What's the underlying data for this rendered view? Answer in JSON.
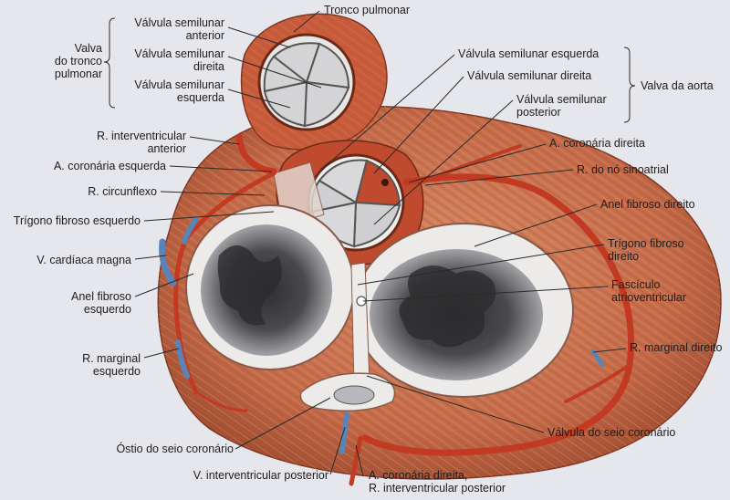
{
  "labels": {
    "tronco_pulmonar": "Tronco pulmonar",
    "valva_tronco_pulmonar": [
      "Valva",
      "do tronco",
      "pulmonar"
    ],
    "semilunar_anterior": [
      "Válvula semilunar",
      "anterior"
    ],
    "semilunar_direita_pulm": [
      "Válvula semilunar",
      "direita"
    ],
    "semilunar_esquerda_pulm": [
      "Válvula semilunar",
      "esquerda"
    ],
    "semilunar_esquerda_ao": "Válvula semilunar esquerda",
    "semilunar_direita_ao": "Válvula semilunar direita",
    "semilunar_posterior": [
      "Válvula semilunar",
      "posterior"
    ],
    "valva_aorta": "Valva da aorta",
    "r_interventricular_anterior": [
      "R. interventricular",
      "anterior"
    ],
    "a_coronaria_esquerda": "A. coronária esquerda",
    "a_coronaria_direita": "A. coronária direita",
    "r_no_sinoatrial": "R. do nó sinoatrial",
    "r_circunflexo": "R. circunflexo",
    "anel_fibroso_direito": "Anel fibroso direito",
    "trigono_fibroso_esquerdo": "Trígono fibroso esquerdo",
    "trigono_fibroso_direito": [
      "Trígono fibroso",
      "direito"
    ],
    "v_cardiaca_magna": "V. cardíaca magna",
    "fasciculo_atrioventricular": [
      "Fascículo",
      "atrioventricular"
    ],
    "anel_fibroso_esquerdo": [
      "Anel fibroso",
      "esquerdo"
    ],
    "r_marginal_direito": "R. marginal direito",
    "r_marginal_esquerdo": [
      "R. marginal",
      "esquerdo"
    ],
    "valvula_seio_coronario": "Válvula do seio coronário",
    "ostio_seio_coronario": "Óstio do seio coronário",
    "v_interventricular_posterior": "V. interventricular posterior",
    "a_coronaria_direita_r_iv_posterior": [
      "A. coronária direita,",
      "R. interventricular posterior"
    ]
  },
  "colors": {
    "background": "#e6e7ec",
    "muscle": "#c9714f",
    "muscle_dark": "#8e3b23",
    "artery": "#c23a22",
    "vein": "#5a84b8",
    "fibrous": "#ecebea",
    "cavity": "#3b3b3d",
    "leader": "#2a2a2a"
  }
}
